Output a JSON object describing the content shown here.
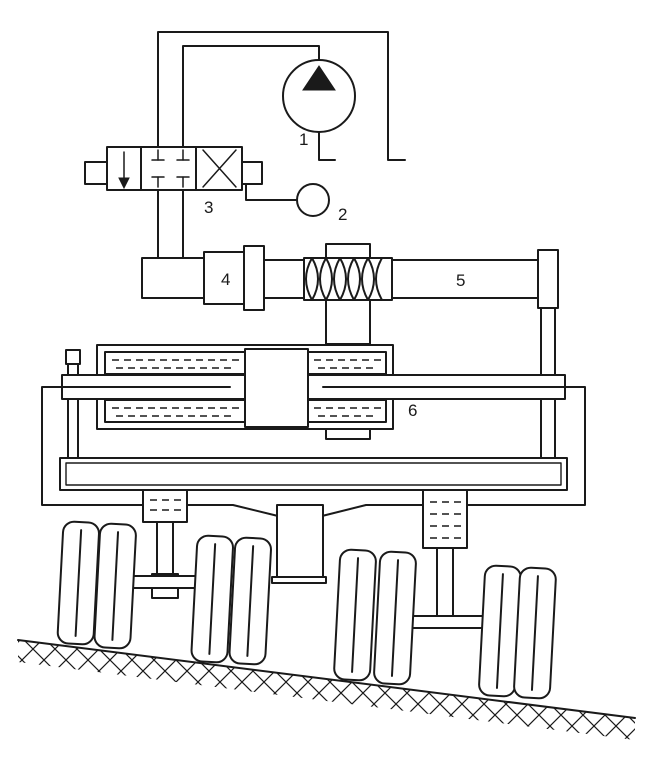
{
  "labels": {
    "pump": "1",
    "controller": "2",
    "valve": "3",
    "hydraulic_motor": "4",
    "screw_shaft": "5",
    "leveling_cylinder": "6"
  }
}
